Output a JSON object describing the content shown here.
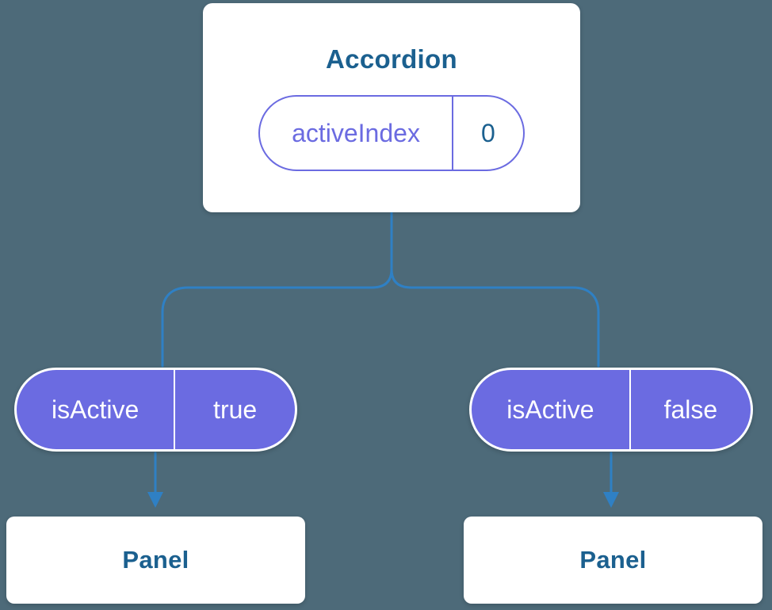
{
  "colors": {
    "background": "#4d6a79",
    "card_bg": "#ffffff",
    "title_text": "#1b608f",
    "purple": "#6b6be1",
    "pill_bg": "#6b6be1",
    "pill_text": "#ffffff",
    "connector": "#2f80c4"
  },
  "root": {
    "title": "Accordion",
    "state_pill": {
      "label": "activeIndex",
      "value": "0"
    }
  },
  "children": [
    {
      "prop_pill": {
        "label": "isActive",
        "value": "true"
      },
      "component": {
        "title": "Panel"
      }
    },
    {
      "prop_pill": {
        "label": "isActive",
        "value": "false"
      },
      "component": {
        "title": "Panel"
      }
    }
  ]
}
